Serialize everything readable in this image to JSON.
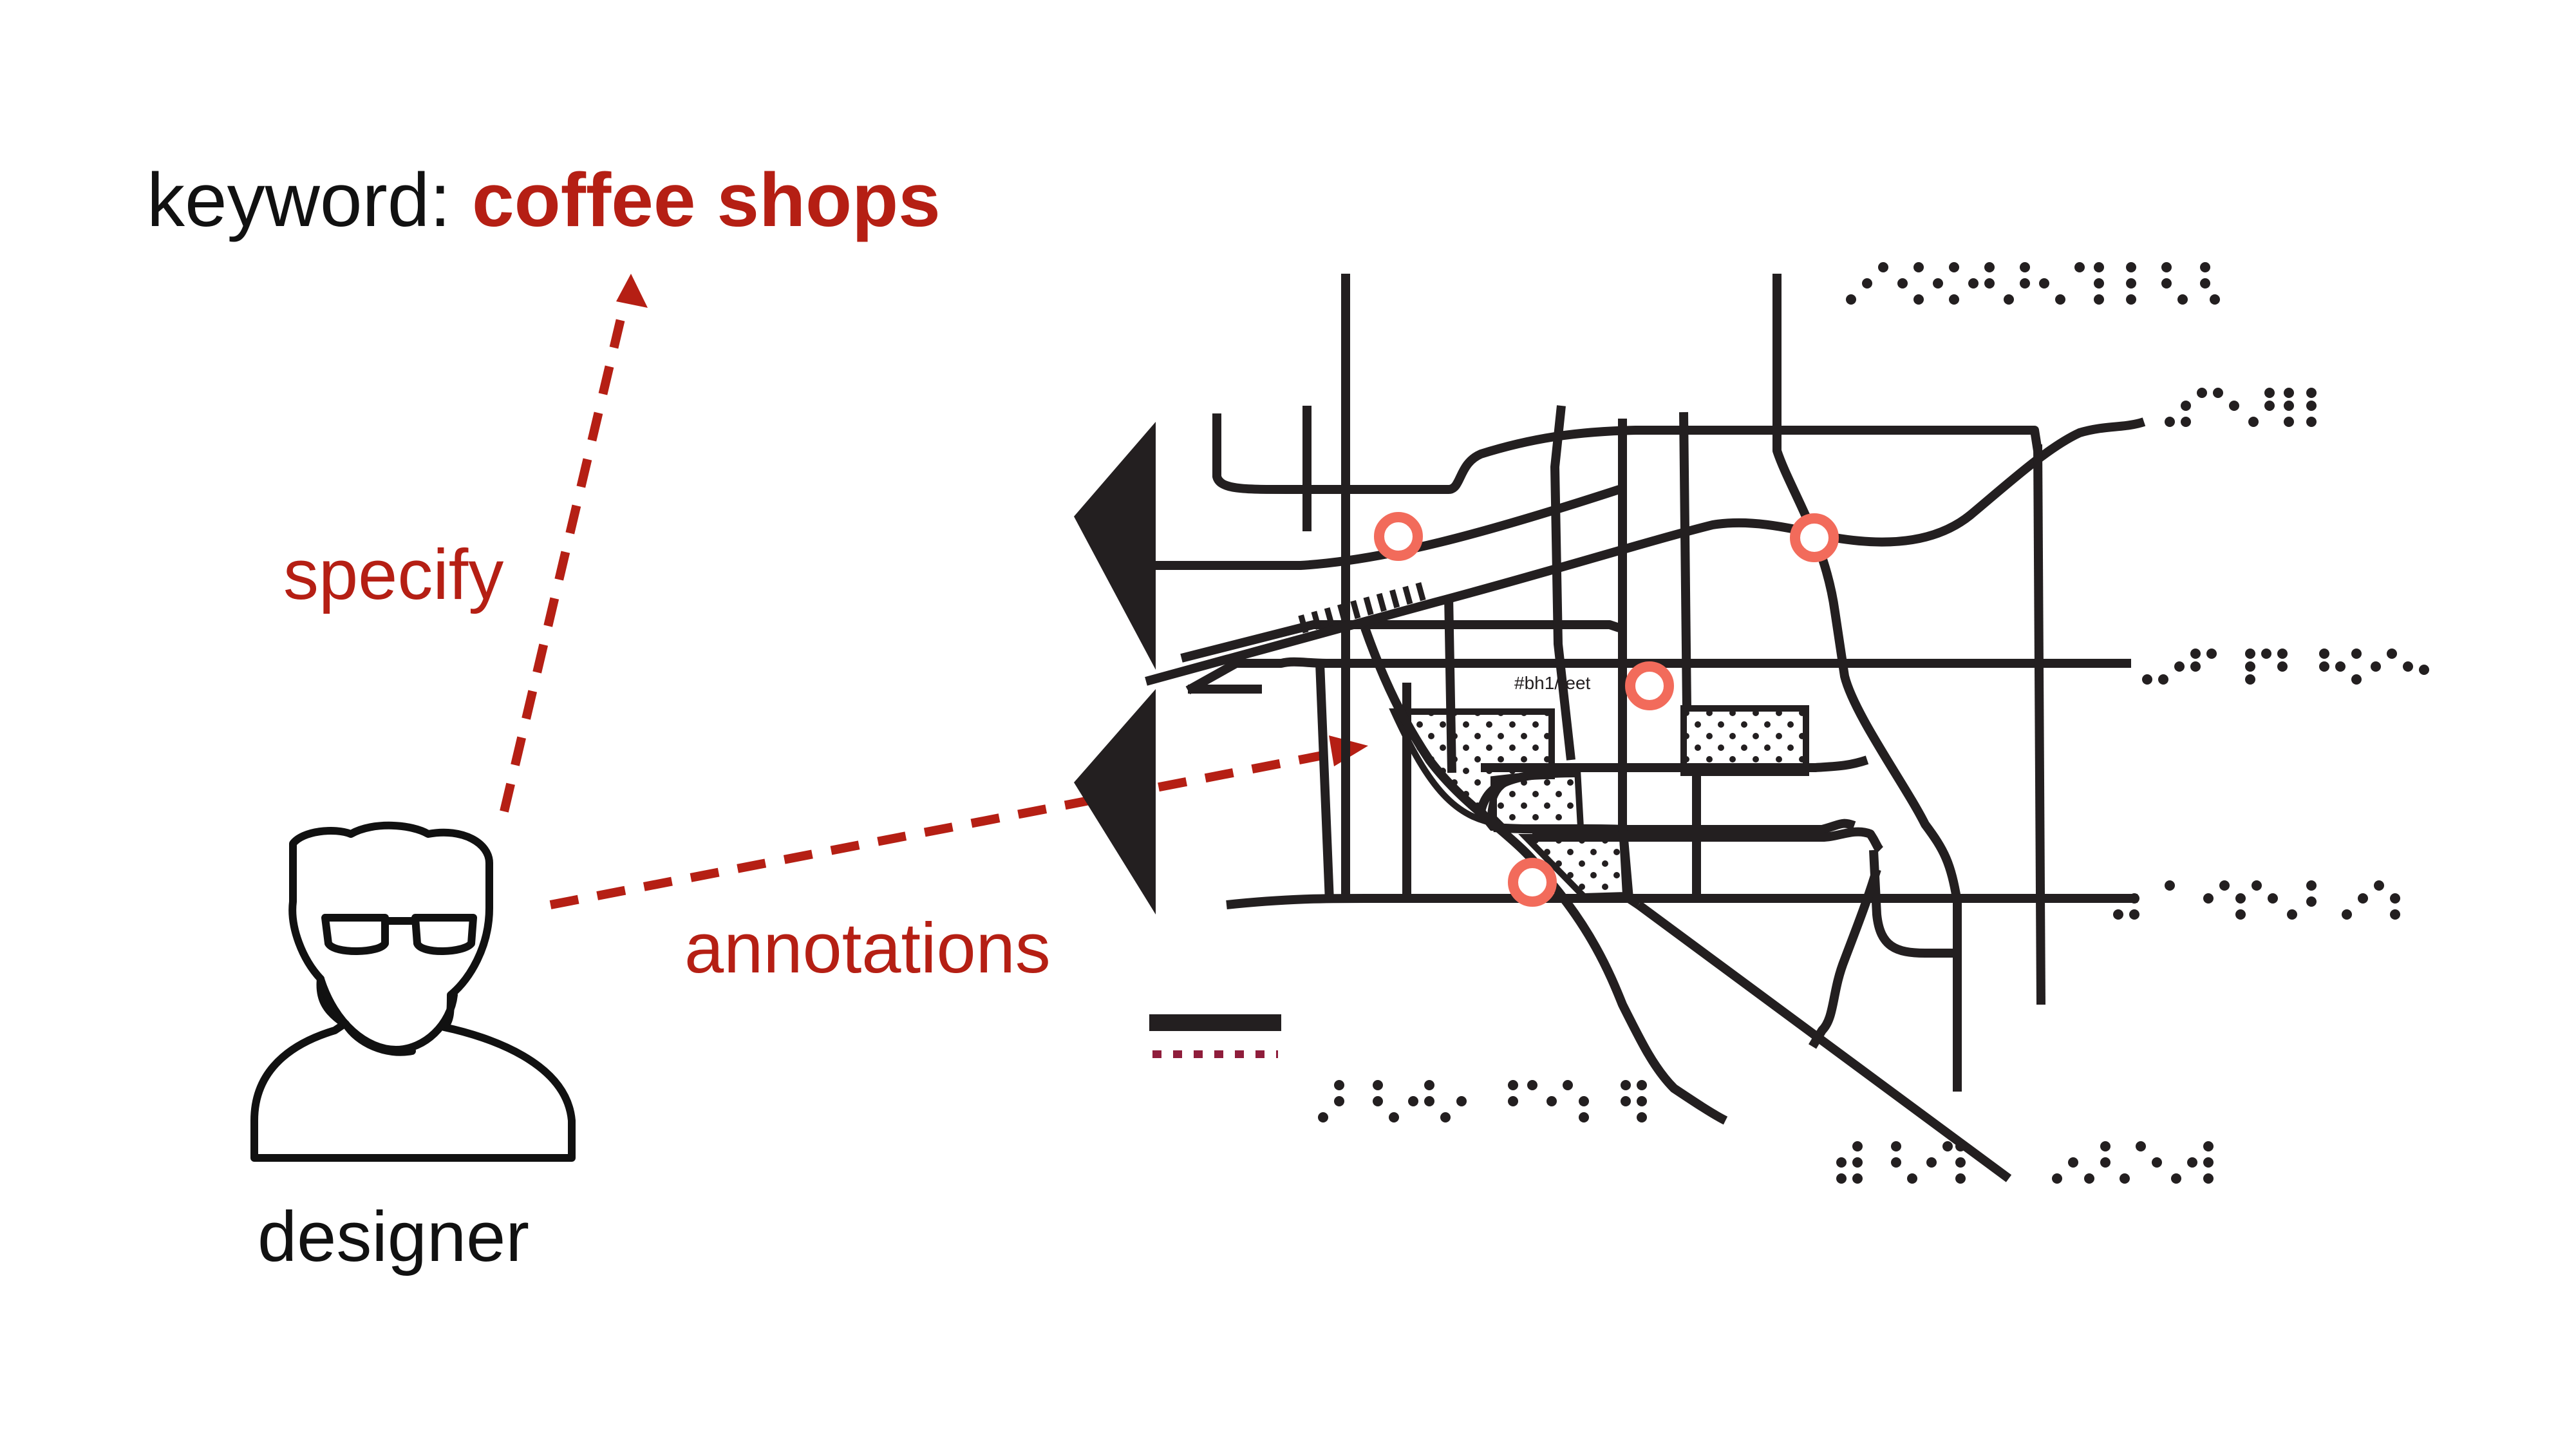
{
  "keyword": {
    "label": "keyword:",
    "value": "coffee shops"
  },
  "arrows": {
    "specify_label": "specify",
    "annotations_label": "annotations"
  },
  "person": {
    "label": "designer",
    "icon": "designer-icon"
  },
  "map": {
    "street_label": "#bh1/reet",
    "marker_count": 4,
    "legend": [
      "solid-road-line",
      "dotted-path-line"
    ],
    "braille_labels": 6
  },
  "colors": {
    "accent_red": "#b51f14",
    "marker_coral": "#f26b5b",
    "ink": "#231f20",
    "legend_dots": "#8f1d3b"
  }
}
